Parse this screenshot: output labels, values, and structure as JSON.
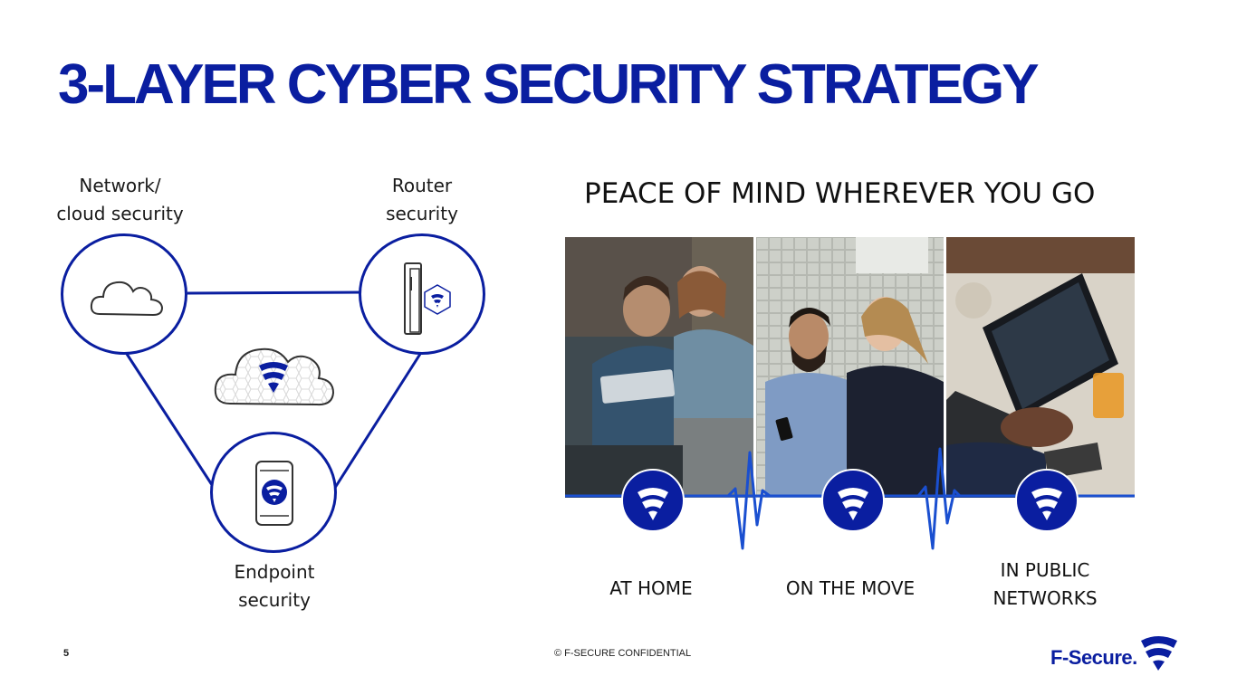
{
  "title": "3-LAYER CYBER SECURITY STRATEGY",
  "diagram": {
    "network_label_1": "Network/",
    "network_label_2": "cloud security",
    "router_label_1": "Router",
    "router_label_2": "security",
    "endpoint_label_1": "Endpoint",
    "endpoint_label_2": "security"
  },
  "headline": "PEACE OF MIND WHEREVER YOU GO",
  "scenes": {
    "home": "AT HOME",
    "move": "ON THE MOVE",
    "public_1": "IN PUBLIC",
    "public_2": "NETWORKS"
  },
  "footer": {
    "page_number": "5",
    "confidential": "© F-SECURE CONFIDENTIAL",
    "logo_text": "F-Secure."
  },
  "colors": {
    "brand_blue": "#0a1ea0",
    "pulse_blue": "#1a4fd0"
  }
}
